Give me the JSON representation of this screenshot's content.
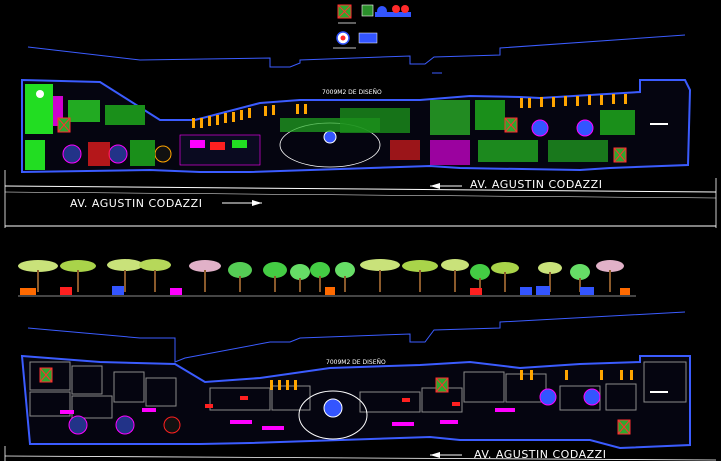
{
  "plan_top": {
    "area_label": "7009M2 DE DISEÑO",
    "street_label_right": "AV. AGUSTIN CODAZZI",
    "street_label_left": "AV. AGUSTIN CODAZZI"
  },
  "plan_bottom": {
    "area_label": "7009M2 DE DISEÑO",
    "street_label_right": "AV. AGUSTIN CODAZZI"
  },
  "colors": {
    "background": "#000000",
    "boundary": "#3b5cff",
    "grass": "#22dd22",
    "magenta": "#ff00ff",
    "red": "#ff2020",
    "orange": "#ffa500",
    "white": "#ffffff",
    "gray": "#8a8a8a"
  }
}
